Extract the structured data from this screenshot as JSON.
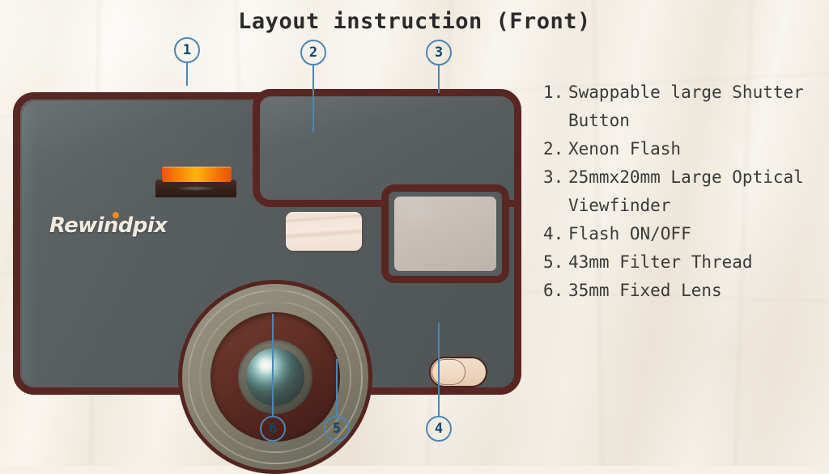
{
  "title": "Layout instruction (Front)",
  "brand": {
    "name": "Rewindpix",
    "dot_color": "#f08a1e"
  },
  "colors": {
    "paper": "#f7f2ea",
    "body_gray": "#575d5e",
    "trim_brown": "#5a2622",
    "callout_blue": "#4c86b5",
    "callout_number": "#10466f",
    "shutter_orange": "#fbb20a",
    "title_text": "#2b2b2b",
    "legend_text": "#3a3a3a"
  },
  "callouts": [
    {
      "id": "1",
      "label": "1",
      "target": "shutter-button"
    },
    {
      "id": "2",
      "label": "2",
      "target": "flash-window"
    },
    {
      "id": "3",
      "label": "3",
      "target": "viewfinder"
    },
    {
      "id": "4",
      "label": "4",
      "target": "flash-switch"
    },
    {
      "id": "5",
      "label": "5",
      "target": "filter-thread"
    },
    {
      "id": "6",
      "label": "6",
      "target": "lens"
    }
  ],
  "legend": {
    "items": [
      {
        "num": "1.",
        "text": "Swappable large Shutter Button"
      },
      {
        "num": "2.",
        "text": "Xenon Flash"
      },
      {
        "num": "3.",
        "text": "25mmx20mm Large Optical Viewfinder"
      },
      {
        "num": "4.",
        "text": "Flash ON/OFF"
      },
      {
        "num": "5.",
        "text": "43mm Filter Thread"
      },
      {
        "num": "6.",
        "text": "35mm Fixed Lens"
      }
    ]
  }
}
